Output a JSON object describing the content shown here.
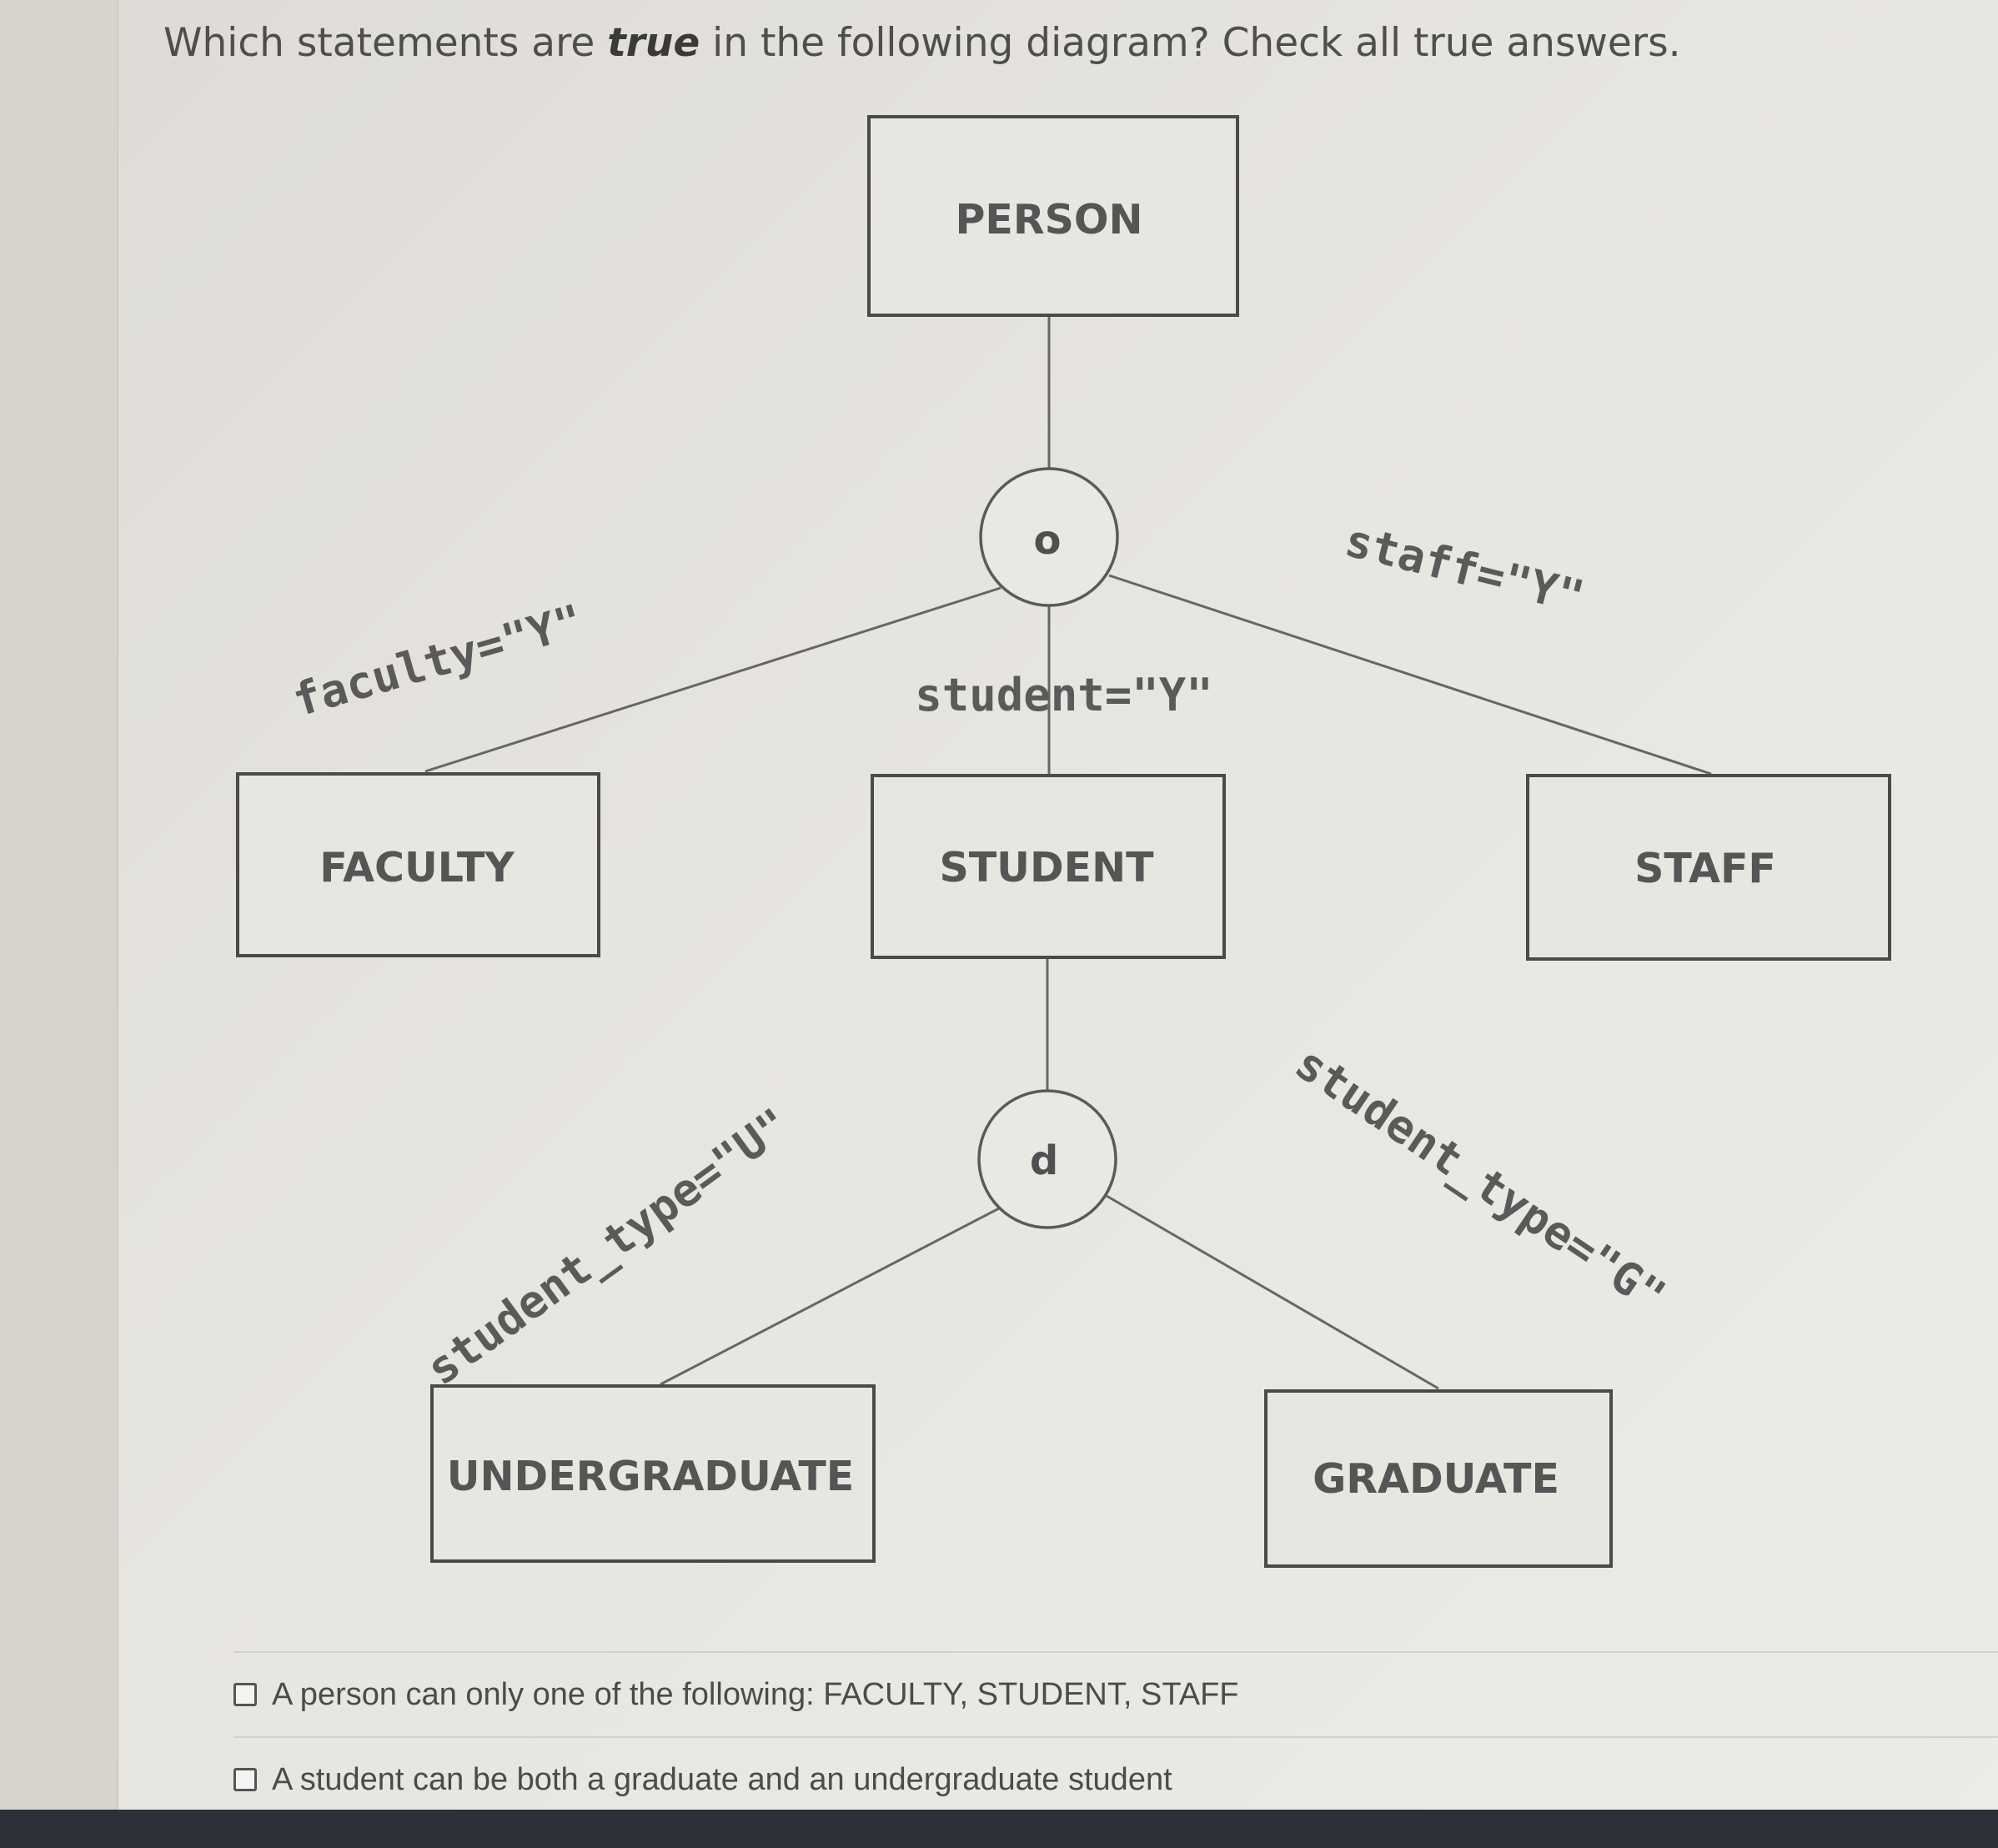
{
  "question": {
    "prefix": "Which statements are ",
    "emphasis": "true",
    "suffix": " in the following diagram?  Check all true answers."
  },
  "diagram": {
    "entities": {
      "person": "PERSON",
      "faculty": "FACULTY",
      "student": "STUDENT",
      "staff": "STAFF",
      "undergraduate": "UNDERGRADUATE",
      "graduate": "GRADUATE"
    },
    "symbols": {
      "overlap": "o",
      "disjoint": "d"
    },
    "conditions": {
      "faculty": "faculty=\"Y\"",
      "student": "student=\"Y\"",
      "staff": "staff=\"Y\"",
      "undergraduate": "student_type=\"U\"",
      "graduate": "student_type=\"G\""
    }
  },
  "answers": [
    {
      "label": "A person can only one of the following: FACULTY, STUDENT, STAFF",
      "checked": false
    },
    {
      "label": "A student can be both a graduate and an undergraduate student",
      "checked": false
    }
  ]
}
